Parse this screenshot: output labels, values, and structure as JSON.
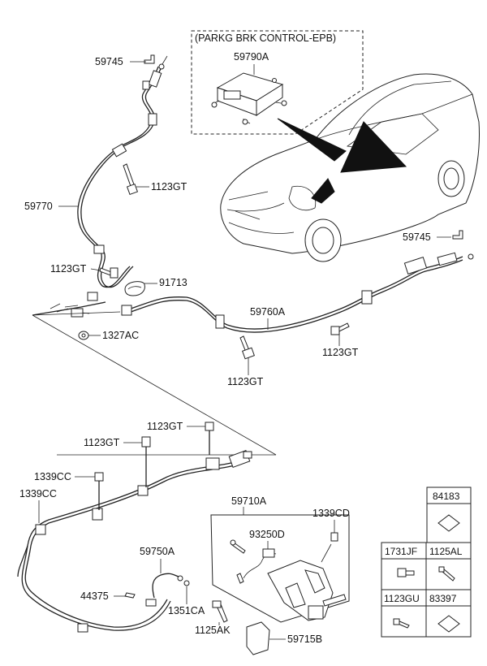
{
  "epb_box": {
    "title": "(PARKG BRK CONTROL-EPB)",
    "part": "59790A"
  },
  "callouts": {
    "c59745_top": "59745",
    "c59770": "59770",
    "c1123GT_a": "1123GT",
    "c1123GT_b": "1123GT",
    "c91713": "91713",
    "c1327AC": "1327AC",
    "c59760A": "59760A",
    "c1123GT_c": "1123GT",
    "c1123GT_d": "1123GT",
    "c59745_right": "59745",
    "c1123GT_e": "1123GT",
    "c1123GT_f": "1123GT",
    "c1339CC_a": "1339CC",
    "c1339CC_b": "1339CC",
    "c59710A": "59710A",
    "c1339CD": "1339CD",
    "c93250D": "93250D",
    "c59750A": "59750A",
    "c44375": "44375",
    "c1351CA": "1351CA",
    "c1125AK": "1125AK",
    "c59715B": "59715B"
  },
  "legend_table": {
    "cells": [
      "84183",
      "1731JF",
      "1125AL",
      "1123GU",
      "83397"
    ]
  }
}
